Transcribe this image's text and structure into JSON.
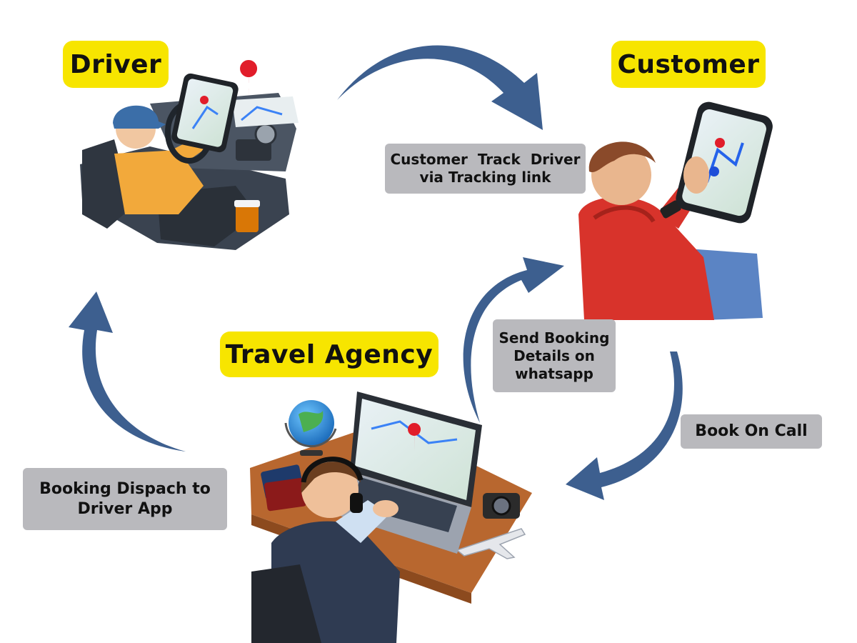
{
  "roles": {
    "driver": "Driver",
    "customer": "Customer",
    "agency": "Travel Agency"
  },
  "flows": {
    "track": {
      "line1": "Customer  Track  Driver",
      "line2": "via Tracking link"
    },
    "whatsapp": {
      "line1": "Send Booking",
      "line2": "Details on",
      "line3": "whatsapp"
    },
    "call": {
      "line1": "Book On Call"
    },
    "dispatch": {
      "line1": "Booking Dispach to",
      "line2": "Driver App"
    }
  },
  "colors": {
    "arrow": "#3d5f8f",
    "role_bg": "#f7e500",
    "flow_bg": "#b9b9bd"
  }
}
